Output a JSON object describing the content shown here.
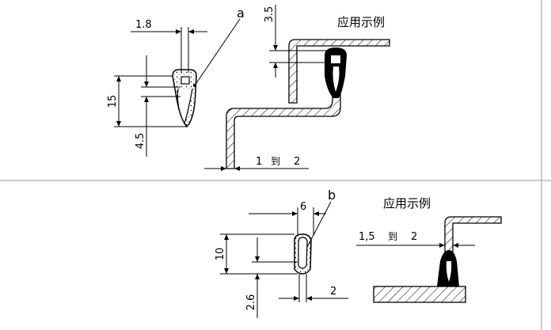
{
  "upper": {
    "caption": "应用示例",
    "dims": {
      "width": "1.8",
      "height": "15",
      "lower": "4.5",
      "flange": "3.5"
    },
    "callout": "a",
    "thickness_range": {
      "from": "1",
      "word": "到",
      "to": "2"
    }
  },
  "lower": {
    "caption": "应用示例",
    "dims": {
      "width": "6",
      "height": "10",
      "lower": "2.6",
      "gap": "2"
    },
    "callout": "b",
    "thickness_range": {
      "from": "1,5",
      "word": "到",
      "to": "2"
    }
  }
}
